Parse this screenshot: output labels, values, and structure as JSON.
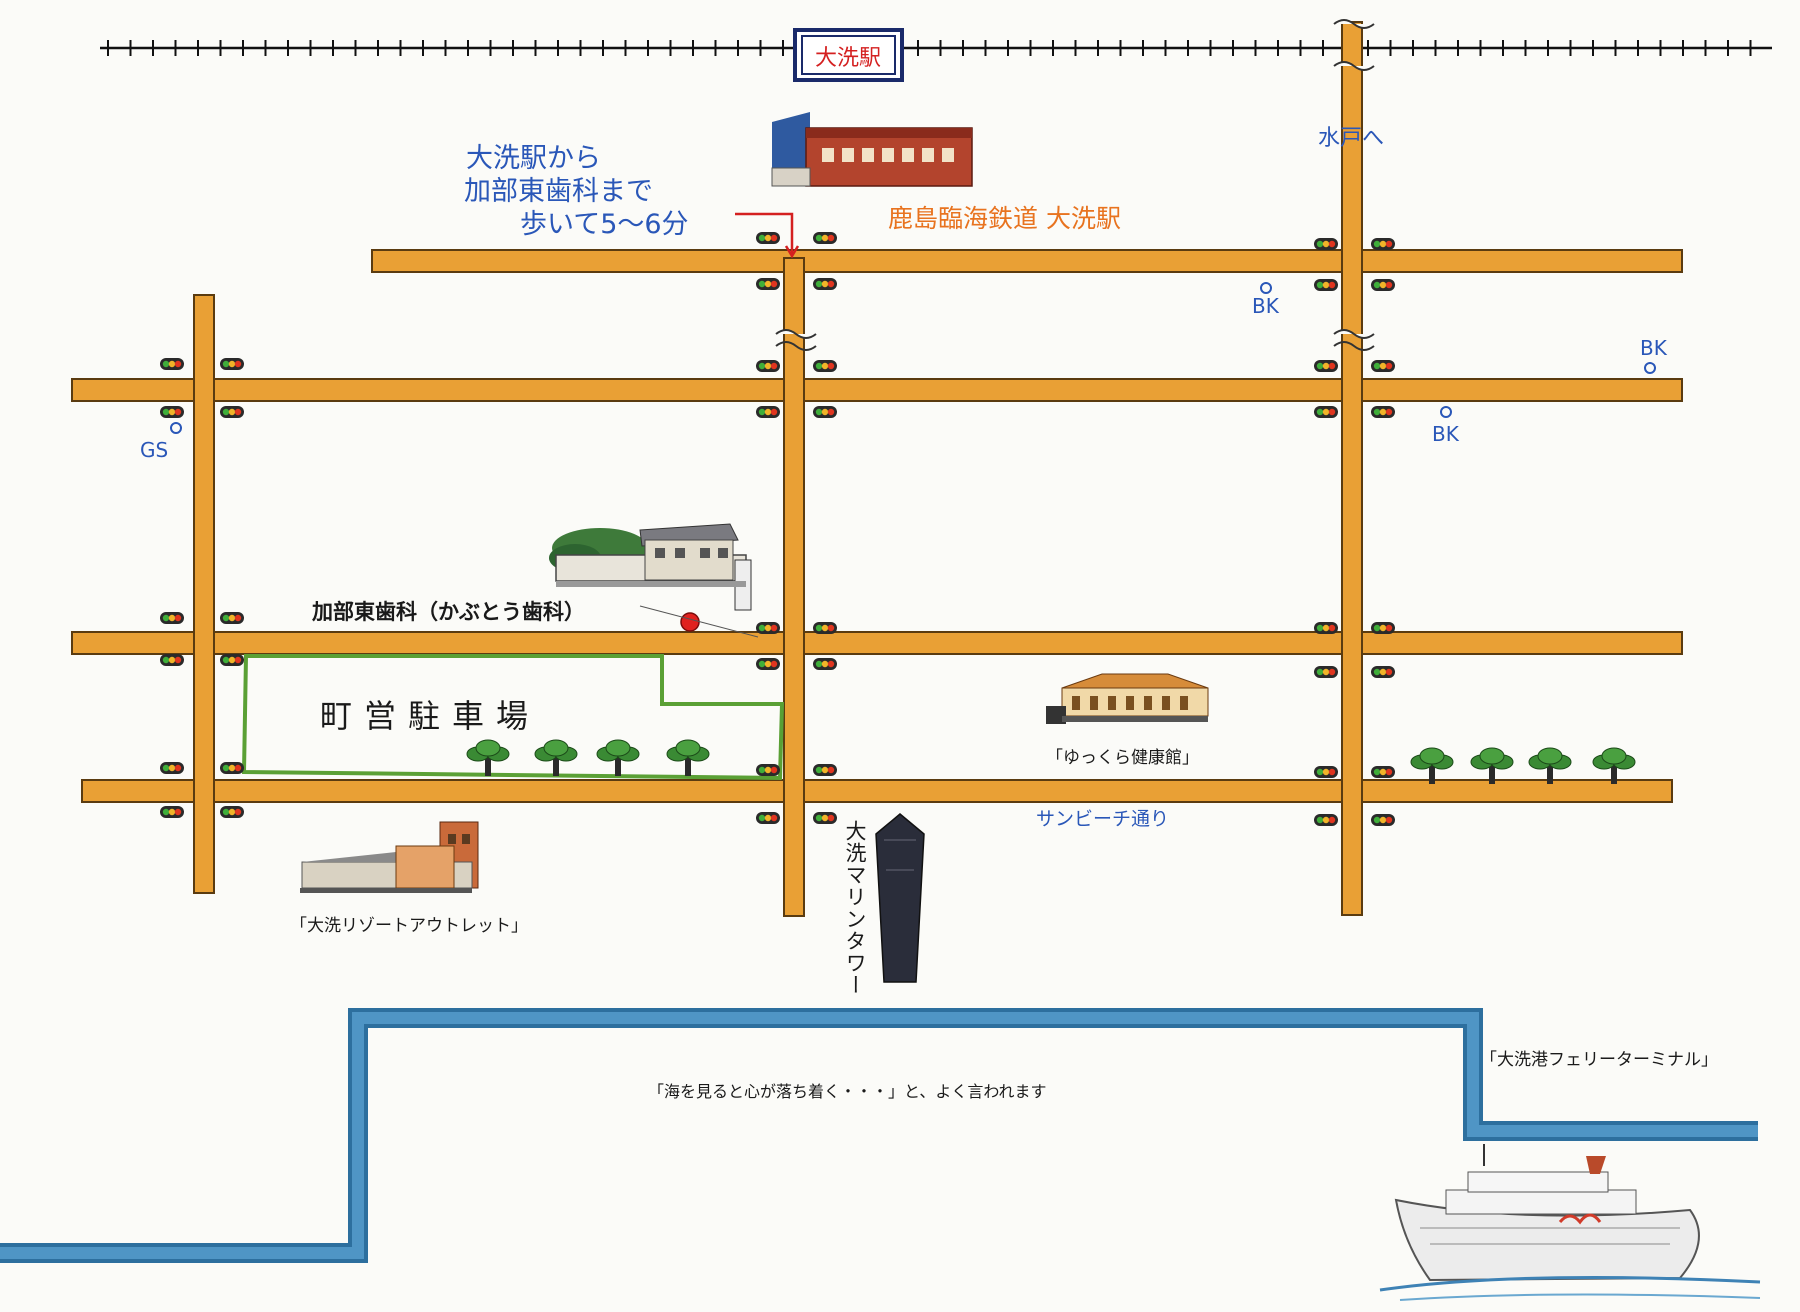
{
  "colors": {
    "road": "#e9a035",
    "road_edge": "#5a3b10",
    "sea": "#3e82b5",
    "park_border": "#5aa035",
    "label_blue": "#2a57b8",
    "label_orange": "#e8731f",
    "label_red": "#d42020"
  },
  "station": {
    "name": "大洗駅",
    "building_label": "鹿島臨海鉄道 大洗駅"
  },
  "directions": {
    "walk_line1": "大洗駅から",
    "walk_line2": "加部東歯科まで",
    "walk_line3": "歩いて5～6分",
    "to_mito": "水戸へ"
  },
  "markers": {
    "bk": "BK",
    "gs": "GS"
  },
  "clinic": {
    "name": "加部東歯科（かぶとう歯科）"
  },
  "parking": {
    "label": "町営駐車場"
  },
  "landmarks": {
    "yukkura": "「ゆっくら健康館」",
    "sunbeach": "サンビーチ通り",
    "marine_tower": "大洗マリンタワー",
    "outlet": "「大洗リゾートアウトレット」",
    "ferry": "「大洗港フェリーターミナル」"
  },
  "caption": {
    "sea_message": "「海を見ると心が落ち着く・・・」と、よく言われます"
  },
  "icons": {
    "traffic_light": "traffic-light-icon",
    "tree": "tree-icon",
    "building": "building-icon",
    "ferry": "ferry-icon",
    "tower": "tower-icon",
    "clinic_marker": "location-dot-icon"
  }
}
